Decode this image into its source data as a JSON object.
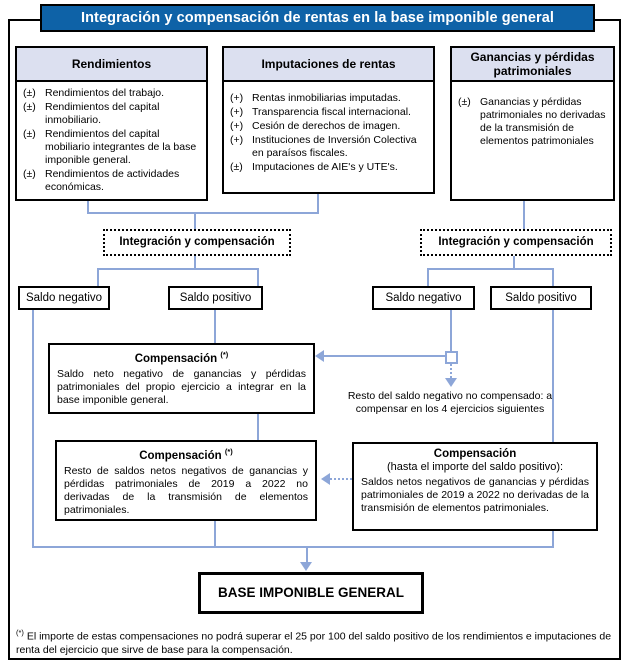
{
  "title": "Integración y compensación de rentas en la base imponible general",
  "columns": [
    {
      "header": "Rendimientos",
      "items": [
        {
          "sign": "(±)",
          "text": "Rendimientos del trabajo."
        },
        {
          "sign": "(±)",
          "text": "Rendimientos del capital inmobiliario."
        },
        {
          "sign": "(±)",
          "text": "Rendimientos del capital mobiliario integrantes de la base imponible general."
        },
        {
          "sign": "(±)",
          "text": "Rendimientos de actividades económicas."
        }
      ]
    },
    {
      "header": "Imputaciones de rentas",
      "items": [
        {
          "sign": "(+)",
          "text": "Rentas inmobiliarias imputadas."
        },
        {
          "sign": "(+)",
          "text": "Transparencia fiscal internacional."
        },
        {
          "sign": "(+)",
          "text": "Cesión de derechos de imagen."
        },
        {
          "sign": "(+)",
          "text": "Instituciones de Inversión Colectiva en paraísos fiscales."
        },
        {
          "sign": "(±)",
          "text": "Imputaciones de AIE's y UTE's."
        }
      ]
    },
    {
      "header": "Ganancias y pérdidas patrimoniales",
      "items": [
        {
          "sign": "(±)",
          "text": "Ganancias y pérdidas patrimoniales no derivadas de la transmisión de elementos patrimoniales"
        }
      ]
    }
  ],
  "integration": {
    "left": "Integración y compensación",
    "right": "Integración y compensación"
  },
  "saldos": {
    "neg1": "Saldo negativo",
    "pos1": "Saldo positivo",
    "neg2": "Saldo negativo",
    "pos2": "Saldo positivo"
  },
  "compensation1": {
    "title": "Compensación",
    "mark": "(*)",
    "body": "Saldo neto negativo de ganancias y pérdidas patrimoniales del propio ejercicio a integrar en la base imponible general."
  },
  "compensation2": {
    "title": "Compensación",
    "mark": "(*)",
    "body": "Resto de saldos netos negativos de ganancias y pérdidas patrimoniales de 2019 a 2022 no derivadas de la transmisión de elementos patrimoniales."
  },
  "compensation3": {
    "title": "Compensación",
    "subtitle": "(hasta el importe del saldo positivo):",
    "body": "Saldos netos negativos de ganancias y pérdidas patrimoniales de 2019 a 2022 no derivadas de la transmisión de elementos patrimoniales."
  },
  "remainder_note": "Resto del saldo negativo no compensado: a compensar en los 4 ejercicios siguientes",
  "base_box": "BASE IMPONIBLE GENERAL",
  "footnote": {
    "mark": "(*)",
    "text": "El importe de estas compensaciones no podrá superar el 25 por 100 del saldo positivo de los rendimientos e imputaciones de renta del ejercicio que sirve de base para la compensación."
  },
  "colors": {
    "title_bg": "#0e62a7",
    "header_bg": "#dce0f0",
    "connector": "#8da6d8",
    "border": "#000000"
  }
}
